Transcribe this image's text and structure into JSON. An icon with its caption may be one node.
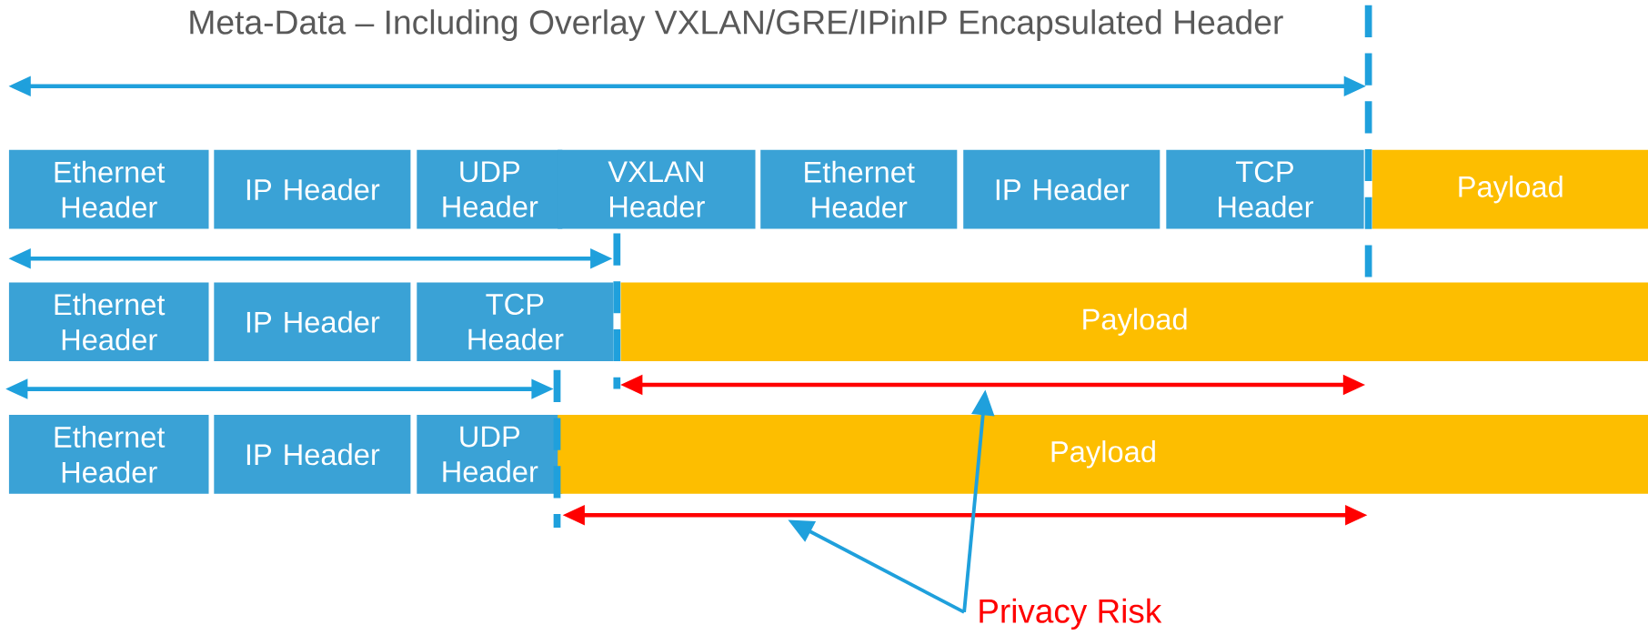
{
  "diagram": {
    "title": "Meta-Data – Including Overlay VXLAN/GRE/IPinIP Encapsulated Header",
    "nodes": [
      {
        "text": [
          "Ethernet Header"
        ]
      },
      {
        "text": [
          "IP Header"
        ]
      },
      {
        "text": [
          "UDP Header"
        ]
      },
      {
        "text": [
          "VXLAN Header"
        ]
      },
      {
        "text": [
          "Ethernet Header"
        ]
      },
      {
        "text": [
          "IP Header"
        ]
      },
      {
        "text": [
          "TCP Header"
        ]
      },
      {
        "text": [
          "Payload"
        ]
      },
      {
        "text": [
          "Ethernet Header"
        ]
      },
      {
        "text": [
          "IP Header"
        ]
      },
      {
        "text": [
          "TCP Header"
        ]
      },
      {
        "text": [
          "Payload"
        ]
      },
      {
        "text": [
          "Ethernet Header"
        ]
      },
      {
        "text": [
          "IP Header"
        ]
      },
      {
        "text": [
          "UDP Header"
        ]
      },
      {
        "text": [
          "Payload"
        ]
      },
      {
        "text": [
          "Privacy Risk"
        ]
      },
      {
        "text": [],
        "shape": "arrow"
      },
      {
        "text": [],
        "shape": "arrow"
      }
    ],
    "edges": [
      {
        "from": 16,
        "to": 17,
        "arrow": "to"
      },
      {
        "from": 16,
        "to": 18,
        "arrow": "to"
      }
    ]
  }
}
